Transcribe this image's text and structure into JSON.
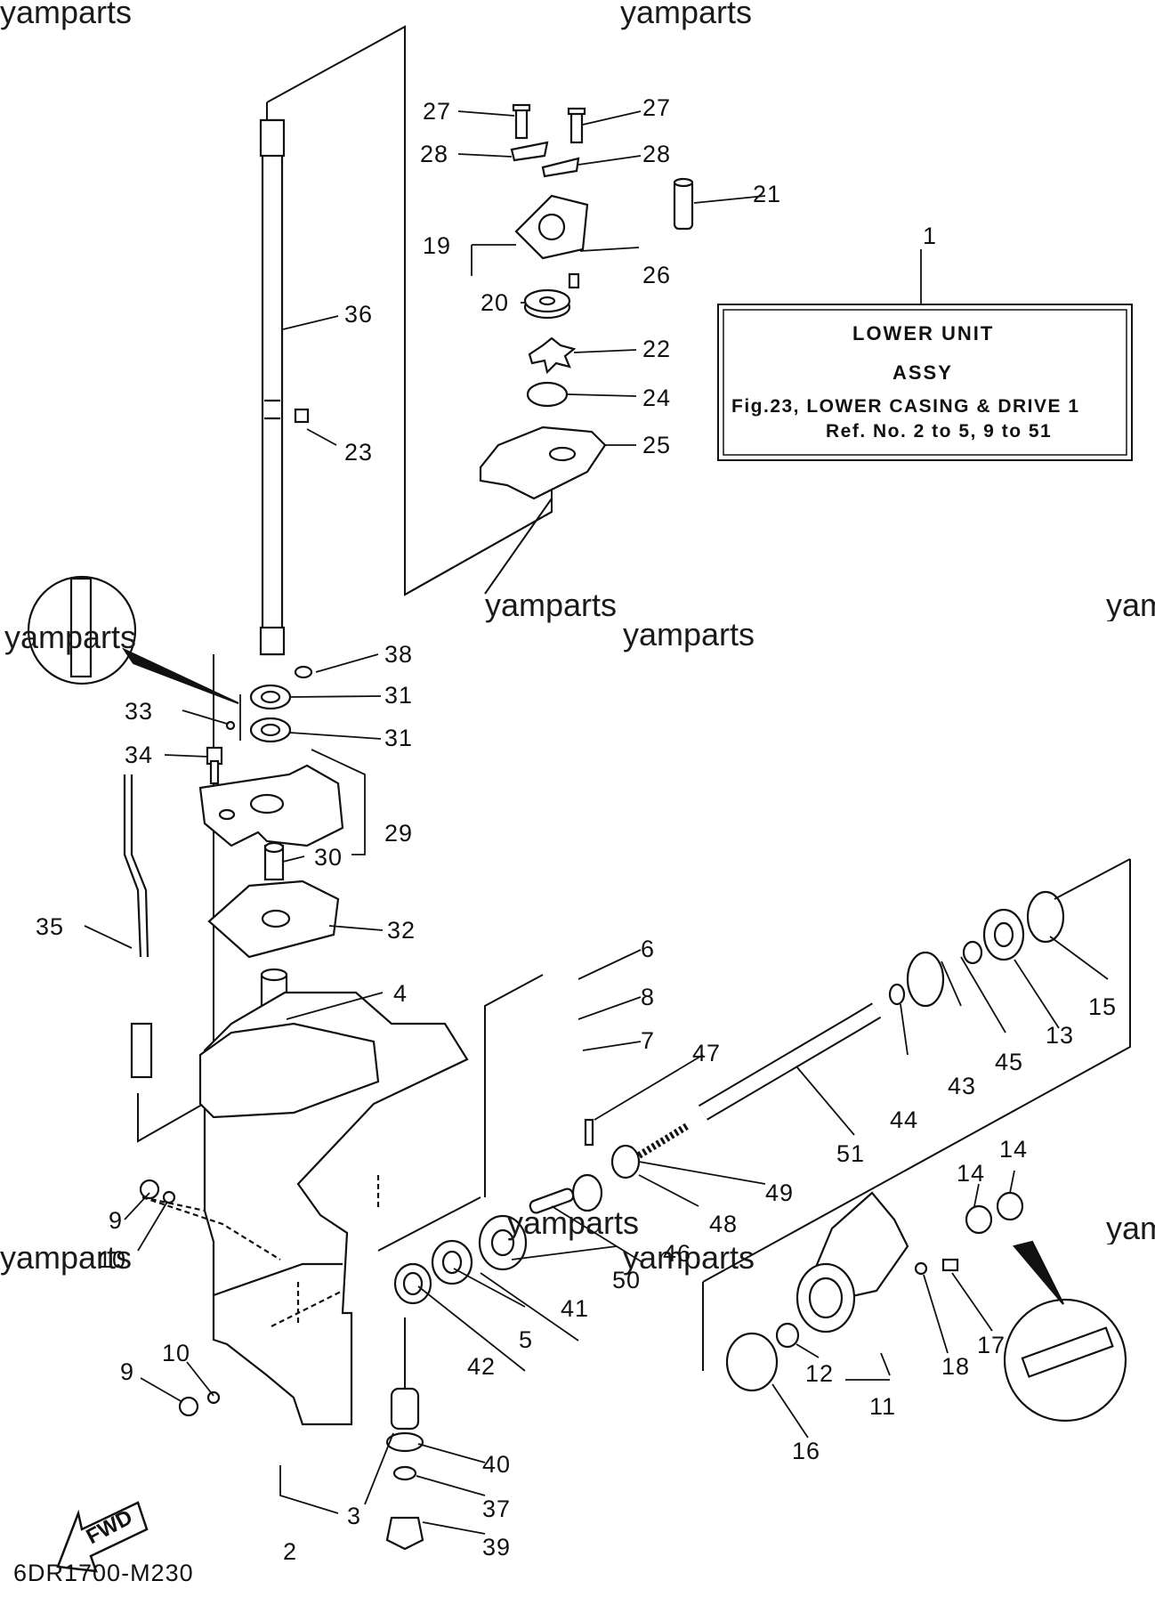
{
  "watermark": "yamparts",
  "info_box": {
    "line1": "LOWER  UNIT",
    "line2": "ASSY",
    "line3": "Fig.23, LOWER CASING & DRIVE 1",
    "line4": "Ref. No. 2 to 5, 9 to 51"
  },
  "fwd_label": "FWD",
  "drawing_code": "6DR1700-M230",
  "part_numbers": {
    "p1": "1",
    "p2": "2",
    "p3": "3",
    "p4": "4",
    "p5": "5",
    "p6": "6",
    "p7": "7",
    "p8": "8",
    "p9a": "9",
    "p9b": "9",
    "p10a": "10",
    "p10b": "10",
    "p11": "11",
    "p12": "12",
    "p13": "13",
    "p14a": "14",
    "p14b": "14",
    "p15": "15",
    "p16": "16",
    "p17": "17",
    "p18": "18",
    "p19": "19",
    "p20": "20",
    "p21": "21",
    "p22": "22",
    "p23": "23",
    "p24": "24",
    "p25": "25",
    "p26": "26",
    "p27a": "27",
    "p27b": "27",
    "p28a": "28",
    "p28b": "28",
    "p29": "29",
    "p30": "30",
    "p31a": "31",
    "p31b": "31",
    "p32": "32",
    "p33": "33",
    "p34": "34",
    "p35": "35",
    "p36": "36",
    "p37": "37",
    "p38": "38",
    "p39": "39",
    "p40": "40",
    "p41": "41",
    "p42": "42",
    "p43": "43",
    "p44": "44",
    "p45": "45",
    "p46": "46",
    "p47": "47",
    "p48": "48",
    "p49": "49",
    "p50": "50",
    "p51": "51"
  }
}
